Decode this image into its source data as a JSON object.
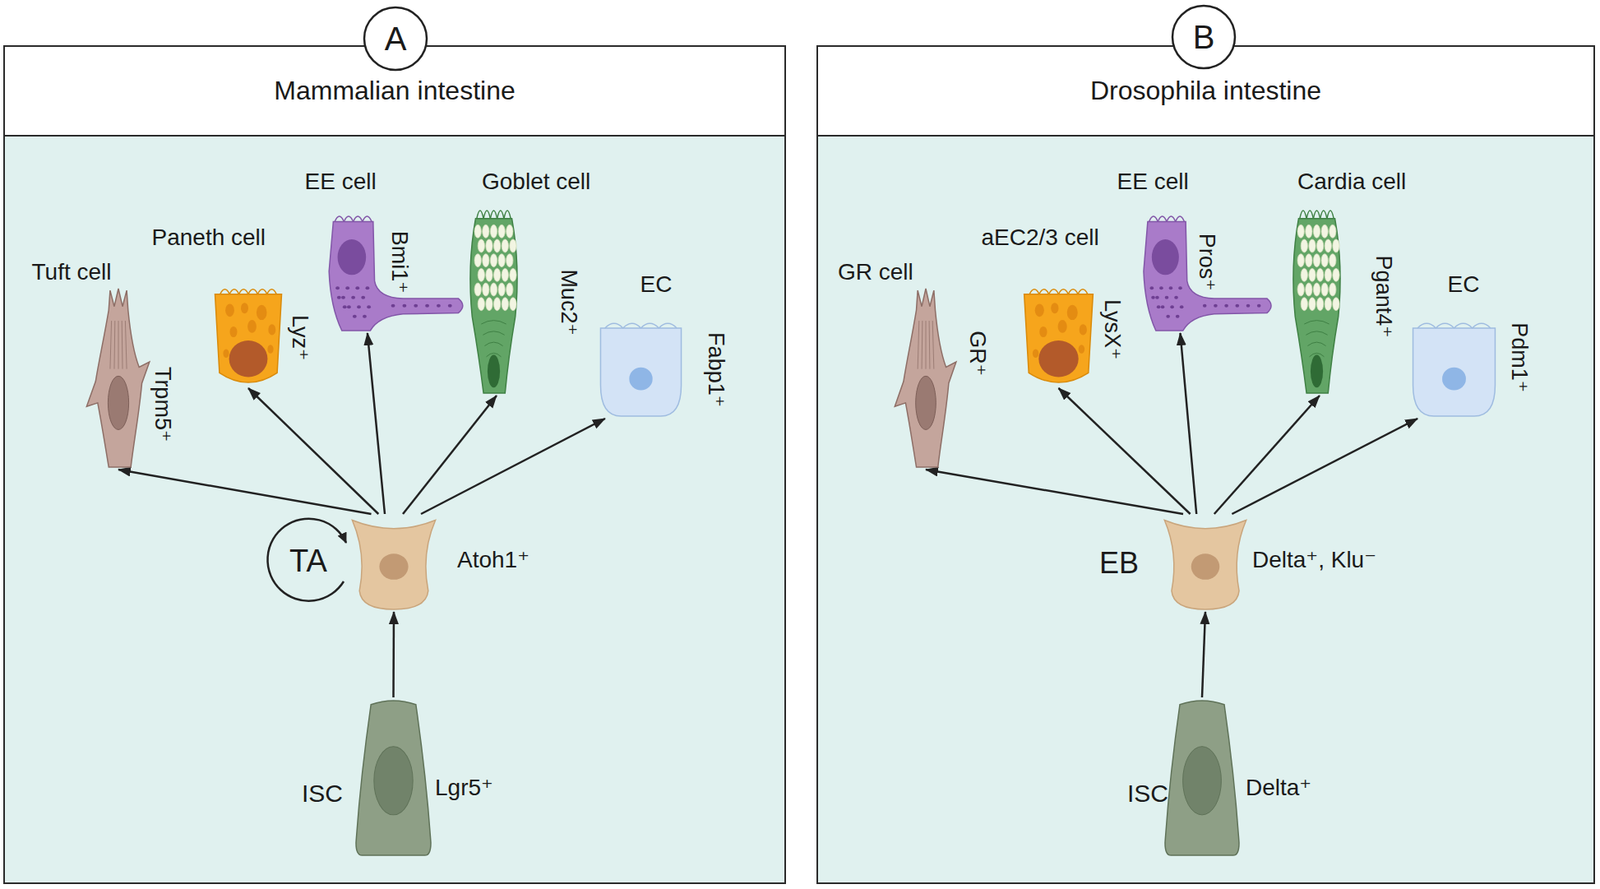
{
  "diagram": {
    "nodes": [
      {
        "text": [
          "Mammalian intestine"
        ]
      },
      {
        "text": [
          "A"
        ],
        "in": 0
      },
      {
        "text": [
          "Tuft cell",
          "Trpm5⁺"
        ],
        "in": 0
      },
      {
        "text": [
          "Paneth cell",
          "Lyz⁺"
        ],
        "in": 0
      },
      {
        "text": [
          "EE cell",
          "Bmi1⁺"
        ],
        "in": 0
      },
      {
        "text": [
          "Goblet cell",
          "Muc2⁺"
        ],
        "in": 0
      },
      {
        "text": [
          "EC",
          "Fabp1⁺"
        ],
        "in": 0
      },
      {
        "text": [
          "TA",
          "Atoh1⁺"
        ],
        "in": 0
      },
      {
        "text": [
          "ISC",
          "Lgr5⁺"
        ],
        "in": 0
      },
      {
        "text": [
          "Drosophila intestine"
        ]
      },
      {
        "text": [
          "B"
        ],
        "in": 9
      },
      {
        "text": [
          "GR cell",
          "GR⁺"
        ],
        "in": 9
      },
      {
        "text": [
          "aEC2/3 cell",
          "LysX⁺"
        ],
        "in": 9
      },
      {
        "text": [
          "EE cell",
          "Pros⁺"
        ],
        "in": 9
      },
      {
        "text": [
          "Cardia cell",
          "Pgant4⁺"
        ],
        "in": 9
      },
      {
        "text": [
          "EC",
          "Pdm1⁺"
        ],
        "in": 9
      },
      {
        "text": [
          "EB",
          "Delta⁺, Klu⁻"
        ],
        "in": 9
      },
      {
        "text": [
          "ISC",
          "Delta⁺"
        ],
        "in": 9
      }
    ],
    "edges": [
      {
        "from": 8,
        "to": 7,
        "arrow": "to"
      },
      {
        "from": 7,
        "to": 2,
        "arrow": "to"
      },
      {
        "from": 7,
        "to": 3,
        "arrow": "to"
      },
      {
        "from": 7,
        "to": 4,
        "arrow": "to"
      },
      {
        "from": 7,
        "to": 5,
        "arrow": "to"
      },
      {
        "from": 7,
        "to": 6,
        "arrow": "to"
      },
      {
        "from": 17,
        "to": 16,
        "arrow": "to"
      },
      {
        "from": 16,
        "to": 11,
        "arrow": "to"
      },
      {
        "from": 16,
        "to": 12,
        "arrow": "to"
      },
      {
        "from": 16,
        "to": 13,
        "arrow": "to"
      },
      {
        "from": 16,
        "to": 14,
        "arrow": "to"
      },
      {
        "from": 16,
        "to": 15,
        "arrow": "to"
      }
    ]
  }
}
